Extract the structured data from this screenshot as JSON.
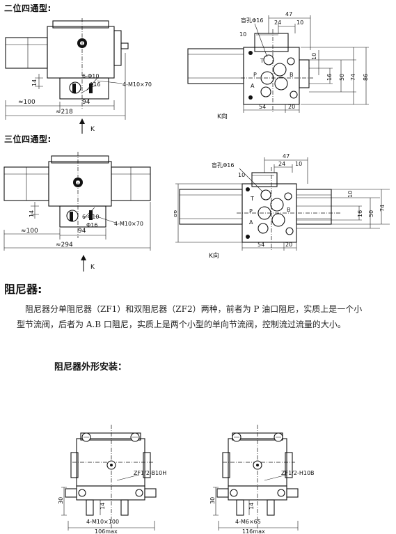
{
  "section1": {
    "title": "二位四通型:",
    "left": {
      "dim_total": "≈218",
      "dim_base": "≈100",
      "dim_94": "94",
      "dim_14": "14",
      "hole1": "6-Φ10",
      "hole2": "Φ16",
      "bolt": "4-M10×70",
      "arrow": "K"
    },
    "right": {
      "blind_hole": "盲孔Φ16",
      "d47": "47",
      "d24": "24",
      "d10a": "10",
      "d10b": "10",
      "d10c": "10",
      "d16": "16",
      "d50": "50",
      "d74": "74",
      "d86": "86",
      "d54": "54",
      "d20": "20",
      "label_t": "T",
      "label_p": "P",
      "label_a": "A",
      "label_b": "B",
      "view": "K向"
    }
  },
  "section2": {
    "title": "三位四通型:",
    "left": {
      "dim_total": "≈294",
      "dim_base": "≈100",
      "dim_94": "94",
      "dim_14": "14",
      "hole1": "6-Φ10",
      "hole2": "Φ16",
      "bolt": "4-M10×70",
      "arrow": "K"
    },
    "right": {
      "blind_hole": "盲孔Φ16",
      "d47": "47",
      "d24": "24",
      "d10a": "10",
      "d10b": "10",
      "d10c": "10",
      "d16": "16",
      "d50": "50",
      "d74": "74",
      "d86": "86",
      "d54": "54",
      "d20": "20",
      "label_t": "T",
      "label_p": "P",
      "label_a": "A",
      "label_b": "B",
      "view": "K向"
    }
  },
  "damper": {
    "title": "阻尼器:",
    "paragraph_line1": "阻尼器分单阻尼器（ZF1）和双阻尼器（ZF2）两种，前者为 P 油口阻尼，实质上是一个小",
    "paragraph_line2": "型节流阀，后者为 A.B 口阻尼，实质上是两个小型的单向节流阀，控制流过流量的大小。"
  },
  "install": {
    "title": "阻尼器外形安装：",
    "left": {
      "model": "ZF1/2-B10H",
      "d30": "30",
      "d14": "14",
      "bolt": "4-M10×100",
      "width": "106max"
    },
    "right": {
      "model": "ZF1/2-H10B",
      "d30": "30",
      "d14": "14",
      "bolt": "4-M6×65",
      "width": "116max"
    }
  }
}
